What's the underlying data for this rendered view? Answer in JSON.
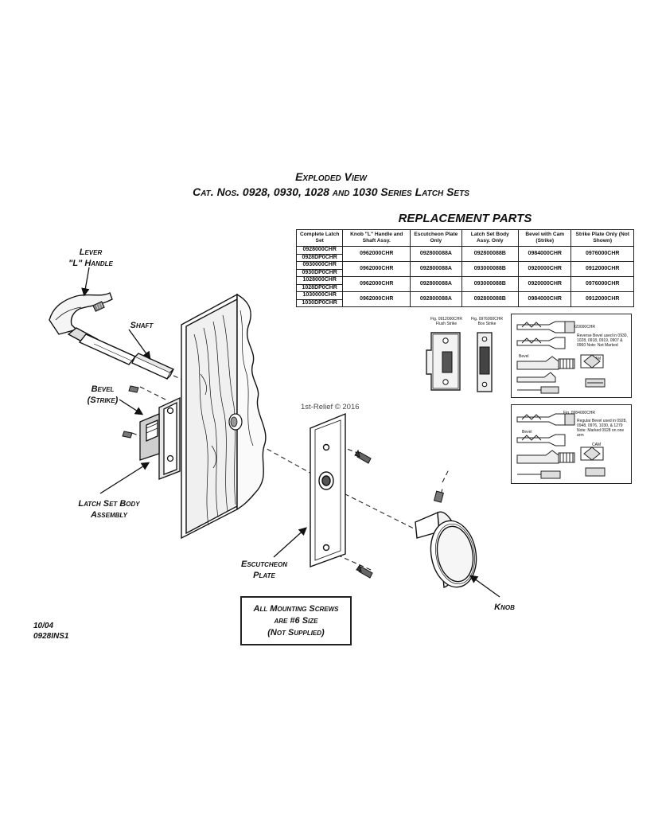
{
  "title": {
    "line1": "Exploded View",
    "line2": "Cat. Nos. 0928, 0930, 1028 and 1030  Series Latch Sets"
  },
  "replacement_parts": {
    "heading": "REPLACEMENT PARTS",
    "columns": [
      "Complete Latch Set",
      "Knob \"L\" Handle and Shaft Assy.",
      "Escutcheon Plate Only",
      "Latch Set Body Assy. Only",
      "Bevel with Cam (Strike)",
      "Strike Plate Only (Not Shown)"
    ],
    "rows": [
      {
        "cat1": "0928000CHR",
        "cat2": "0928DP0CHR",
        "knob": "0962000CHR",
        "esc": "092800088A",
        "body": "092800088B",
        "bevel": "0984000CHR",
        "strike": "0976000CHR"
      },
      {
        "cat1": "0930000CHR",
        "cat2": "0930DP0CHR",
        "knob": "0962000CHR",
        "esc": "092800088A",
        "body": "093000088B",
        "bevel": "0920000CHR",
        "strike": "0912000CHR"
      },
      {
        "cat1": "1028000CHR",
        "cat2": "1028DP0CHR",
        "knob": "0962000CHR",
        "esc": "092800088A",
        "body": "093000088B",
        "bevel": "0920000CHR",
        "strike": "0976000CHR"
      },
      {
        "cat1": "1030000CHR",
        "cat2": "1030DP0CHR",
        "knob": "0962000CHR",
        "esc": "092800088A",
        "body": "092800088B",
        "bevel": "0984000CHR",
        "strike": "0912000CHR"
      }
    ]
  },
  "strikes": {
    "flush_fig": "Fig. 0912000CHR",
    "flush_name": "Flush Strike",
    "box_fig": "Fig. 0976000CHR",
    "box_name": "Box Strike"
  },
  "bevel_box1": {
    "fig": "Fig. 0920000CHR",
    "bevel": "Bevel",
    "note": "Reverse Bevel used in 0930, 1028, 0918, 0919, 0907 & 0960 Note: Not Marked",
    "cam": "CAM"
  },
  "bevel_box2": {
    "fig": "Fig. 0984000CHR",
    "bevel": "Bevel",
    "note": "Regular Bevel used in 0928, 0948, 0976, 1030, & 1279 Note: Marked 0928 on one arm",
    "cam": "CAM"
  },
  "labels": {
    "lever_1": "Lever",
    "lever_2": "\"L\" Handle",
    "shaft": "Shaft",
    "bevel_1": "Bevel",
    "bevel_2": "(Strike)",
    "latch_1": "Latch Set Body",
    "latch_2": "Assembly",
    "esc_1": "Escutcheon",
    "esc_2": "Plate",
    "knob": "Knob"
  },
  "screw_note": {
    "line1": "All Mounting Screws",
    "line2": "are #6 Size",
    "line3": "(Not Supplied)"
  },
  "date_code": {
    "line1": "10/04",
    "line2": "0928INS1"
  },
  "copyright": "1st-Relief © 2016"
}
